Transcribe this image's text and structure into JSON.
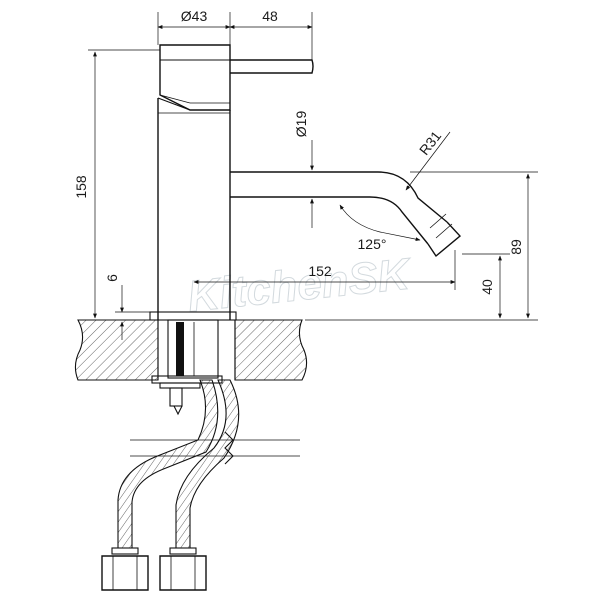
{
  "watermark": "KitchenSK",
  "dimensions": {
    "body_diameter": "Ø43",
    "handle_length": "48",
    "spout_diameter": "Ø19",
    "spout_radius": "R31",
    "total_height": "158",
    "spout_angle": "125°",
    "spout_reach": "152",
    "outlet_height": "89",
    "outlet_clearance": "40",
    "max_deck_thickness": "6"
  }
}
